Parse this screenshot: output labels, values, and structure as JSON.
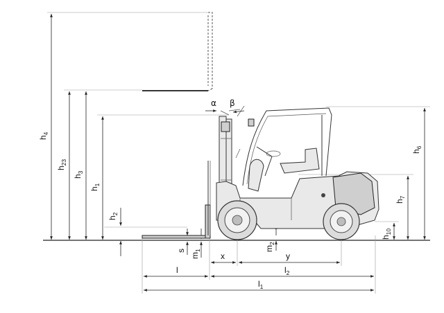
{
  "labels": {
    "h4_main": "h",
    "h4_sub": "4",
    "h23_main": "h",
    "h23_sub": "23",
    "h3_main": "h",
    "h3_sub": "3",
    "h1_main": "h",
    "h1_sub": "1",
    "h2_main": "h",
    "h2_sub": "2",
    "h6_main": "h",
    "h6_sub": "6",
    "h7_main": "h",
    "h7_sub": "7",
    "h10_main": "h",
    "h10_sub": "10",
    "s": "s",
    "m1_main": "m",
    "m1_sub": "1",
    "m2_main": "m",
    "m2_sub": "2",
    "x": "x",
    "y": "y",
    "l": "l",
    "l2_main": "l",
    "l2_sub": "2",
    "l1_main": "l",
    "l1_sub": "1",
    "alpha": "α",
    "beta": "β"
  },
  "arrows": {
    "dimension-arrow": "arrowhead"
  }
}
